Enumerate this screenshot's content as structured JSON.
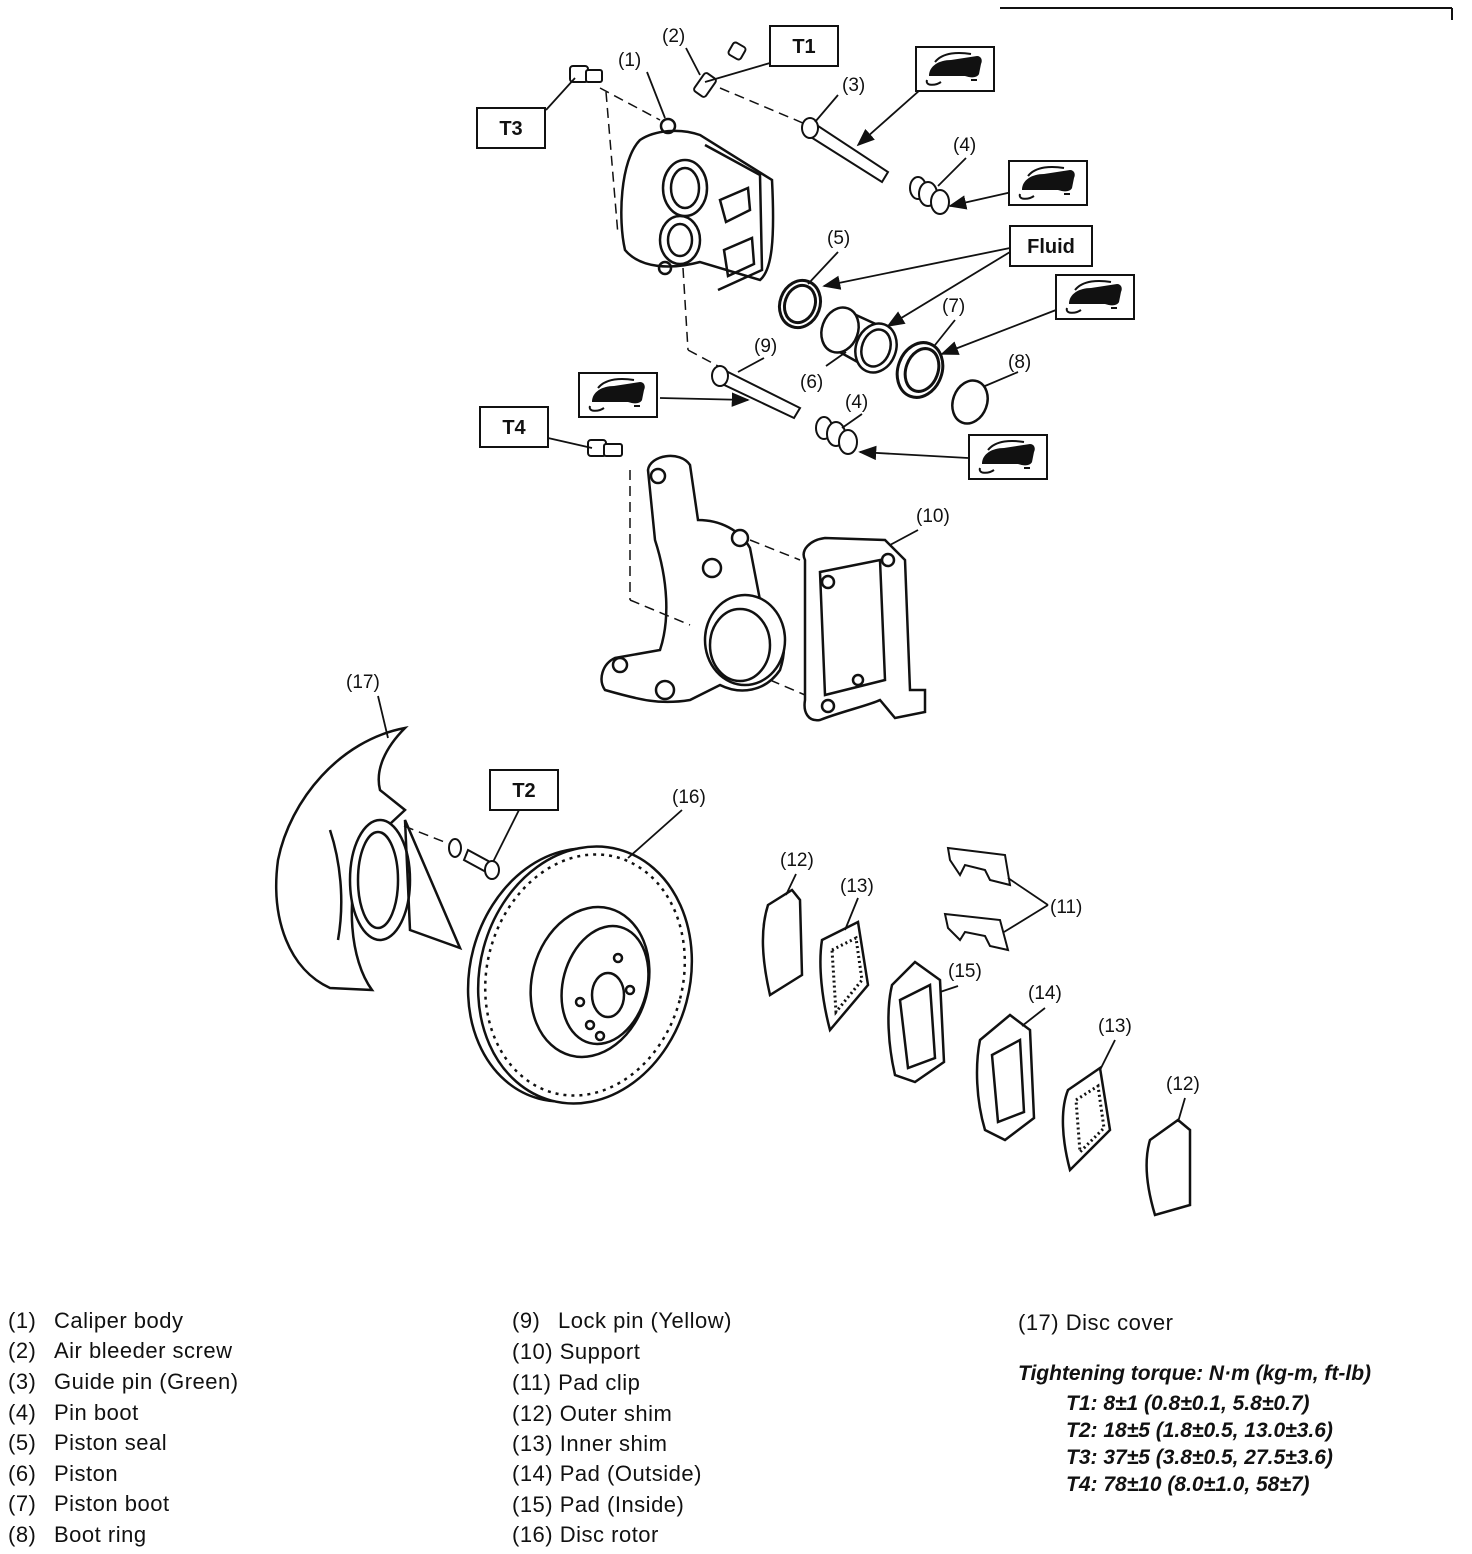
{
  "callouts": {
    "c1": "(1)",
    "c2": "(2)",
    "c3": "(3)",
    "c4a": "(4)",
    "c4b": "(4)",
    "c5": "(5)",
    "c6": "(6)",
    "c7": "(7)",
    "c8": "(8)",
    "c9": "(9)",
    "c10": "(10)",
    "c11": "(11)",
    "c12a": "(12)",
    "c12b": "(12)",
    "c13a": "(13)",
    "c13b": "(13)",
    "c14": "(14)",
    "c15": "(15)",
    "c16": "(16)",
    "c17": "(17)"
  },
  "boxes": {
    "t1": "T1",
    "t2": "T2",
    "t3": "T3",
    "t4": "T4",
    "fluid": "Fluid"
  },
  "legend": [
    {
      "num": "(1)",
      "name": "Caliper body"
    },
    {
      "num": "(2)",
      "name": "Air bleeder screw"
    },
    {
      "num": "(3)",
      "name": "Guide pin (Green)"
    },
    {
      "num": "(4)",
      "name": "Pin boot"
    },
    {
      "num": "(5)",
      "name": "Piston seal"
    },
    {
      "num": "(6)",
      "name": "Piston"
    },
    {
      "num": "(7)",
      "name": "Piston boot"
    },
    {
      "num": "(8)",
      "name": "Boot ring"
    },
    {
      "num": "(9)",
      "name": "Lock pin (Yellow)"
    },
    {
      "num": "(10)",
      "name": "Support"
    },
    {
      "num": "(11)",
      "name": "Pad clip"
    },
    {
      "num": "(12)",
      "name": "Outer shim"
    },
    {
      "num": "(13)",
      "name": "Inner shim"
    },
    {
      "num": "(14)",
      "name": "Pad (Outside)"
    },
    {
      "num": "(15)",
      "name": "Pad (Inside)"
    },
    {
      "num": "(16)",
      "name": "Disc rotor"
    },
    {
      "num": "(17)",
      "name": "Disc cover"
    }
  ],
  "torque": {
    "title": "Tightening torque: N·m (kg-m, ft-lb)",
    "t1": "T1: 8±1 (0.8±0.1, 5.8±0.7)",
    "t2": "T2: 18±5 (1.8±0.5, 13.0±3.6)",
    "t3": "T3: 37±5 (3.8±0.5, 27.5±3.6)",
    "t4": "T4: 78±10 (8.0±1.0, 58±7)"
  }
}
